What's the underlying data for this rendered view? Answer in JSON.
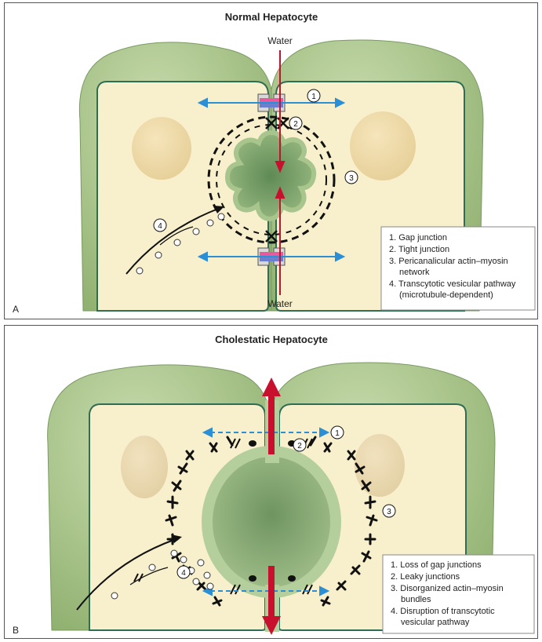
{
  "panel_a": {
    "letter": "A",
    "title": "Normal Hepatocyte",
    "water_top": "Water",
    "water_bottom": "Water",
    "markers": [
      "1",
      "2",
      "3",
      "4"
    ],
    "legend": [
      {
        "n": "1.",
        "text": "Gap junction",
        "cont": ""
      },
      {
        "n": "2.",
        "text": "Tight junction",
        "cont": ""
      },
      {
        "n": "3.",
        "text": "Pericanalicular actin–myosin",
        "cont": "network"
      },
      {
        "n": "4.",
        "text": "Transcytotic vesicular pathway",
        "cont": "(microtubule-dependent)"
      }
    ]
  },
  "panel_b": {
    "letter": "B",
    "title": "Cholestatic Hepatocyte",
    "markers": [
      "1",
      "2",
      "3",
      "4"
    ],
    "legend": [
      {
        "n": "1.",
        "text": "Loss of gap junctions",
        "cont": ""
      },
      {
        "n": "2.",
        "text": "Leaky junctions",
        "cont": ""
      },
      {
        "n": "3.",
        "text": "Disorganized actin–myosin",
        "cont": "bundles"
      },
      {
        "n": "4.",
        "text": "Disruption of transcytotic",
        "cont": "vesicular pathway"
      }
    ]
  },
  "colors": {
    "cell_outer": "#a9c38d",
    "cell_inner": "#f8f0cc",
    "membrane": "#2f6e55",
    "nucleus": "#eed9a6",
    "lumen": "#7fa06a",
    "water_arrow": "#c8102e",
    "gap_arrow": "#2b8fd6"
  }
}
